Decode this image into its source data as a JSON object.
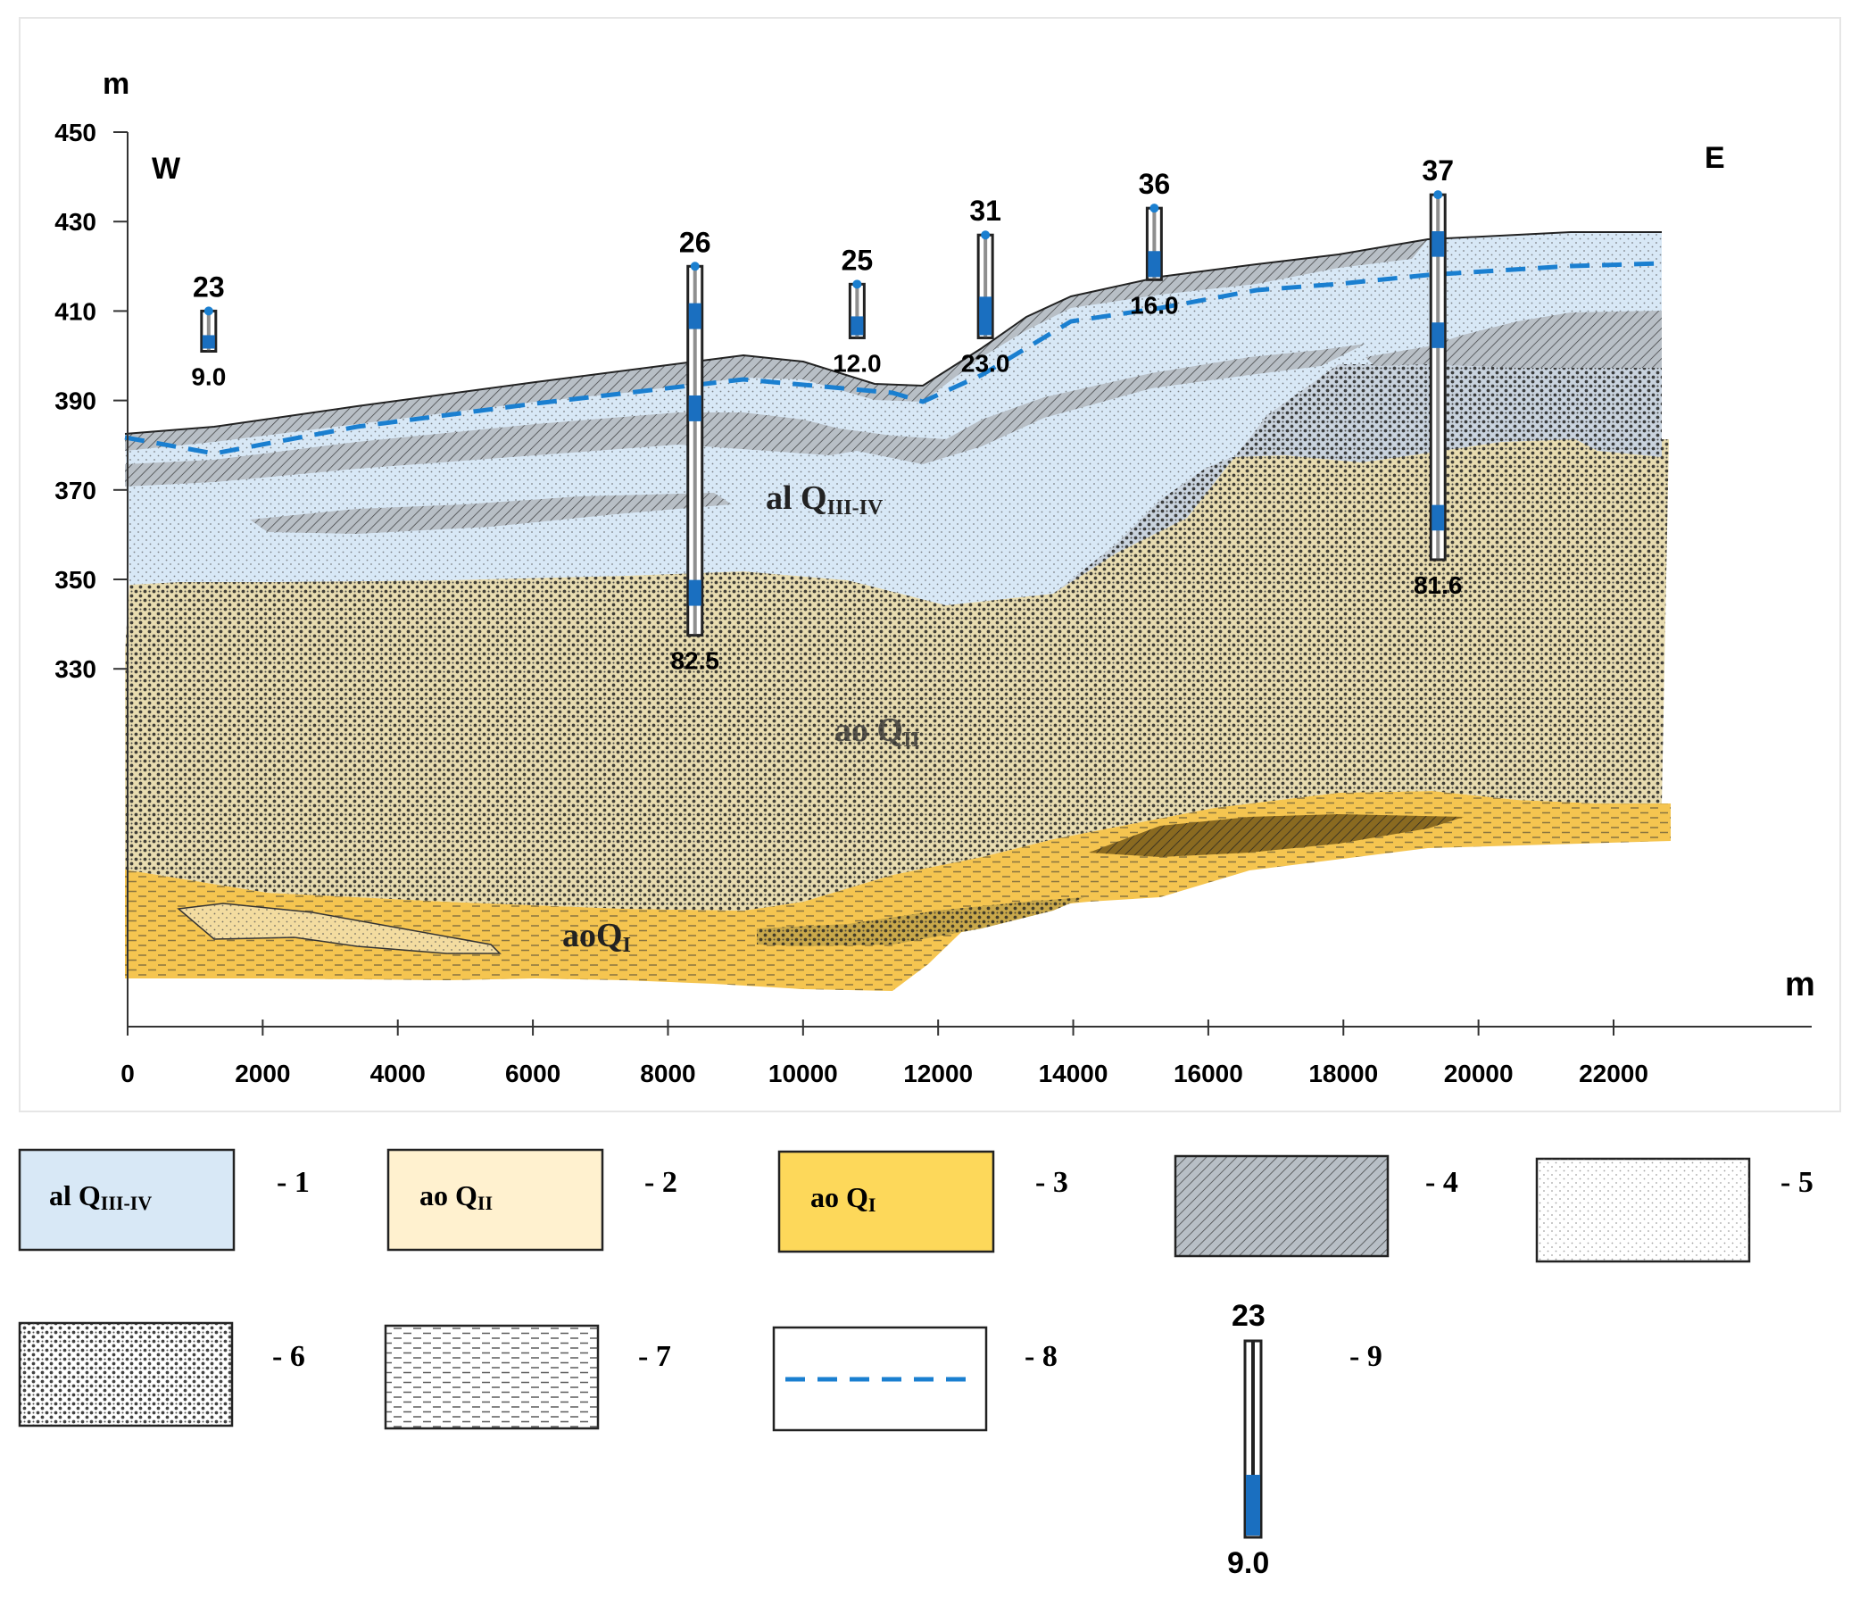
{
  "section": {
    "y_unit": "m",
    "x_unit": "m",
    "west_label": "W",
    "east_label": "E",
    "y_ticks": [
      "450",
      "430",
      "410",
      "390",
      "370",
      "350",
      "330"
    ],
    "x_ticks": [
      "0",
      "2000",
      "4000",
      "6000",
      "8000",
      "10000",
      "12000",
      "14000",
      "16000",
      "18000",
      "20000",
      "22000"
    ],
    "unit_labels": {
      "al_q34_prefix": "al Q",
      "al_q34_sub": "III-IV",
      "ao_q2_prefix": "ao Q",
      "ao_q2_sub": "II",
      "ao_q1_prefix": "aoQ",
      "ao_q1_sub": "I"
    },
    "wells": [
      {
        "number": "23",
        "depth": "9.0",
        "x": 1200,
        "top": 410,
        "bottom": 401
      },
      {
        "number": "26",
        "depth": "82.5",
        "x": 8400,
        "top": 420,
        "bottom": 337.5
      },
      {
        "number": "25",
        "depth": "12.0",
        "x": 10800,
        "top": 416,
        "bottom": 404
      },
      {
        "number": "31",
        "depth": "23.0",
        "x": 12700,
        "top": 427,
        "bottom": 404
      },
      {
        "number": "36",
        "depth": "16.0",
        "x": 15200,
        "top": 433,
        "bottom": 417
      },
      {
        "number": "37",
        "depth": "81.6",
        "x": 19400,
        "top": 436,
        "bottom": 354.4
      }
    ]
  },
  "legend": {
    "items": [
      {
        "num": "- 1",
        "prefix": "al Q",
        "sub": "III-IV"
      },
      {
        "num": "- 2",
        "prefix": "ao Q",
        "sub": "II"
      },
      {
        "num": "- 3",
        "prefix": "ao Q",
        "sub": "I"
      },
      {
        "num": "- 4"
      },
      {
        "num": "- 5"
      },
      {
        "num": "- 6"
      },
      {
        "num": "- 7"
      },
      {
        "num": "- 8"
      },
      {
        "num": "- 9",
        "well_number": "23",
        "well_depth": "9.0"
      }
    ]
  },
  "colors": {
    "al_q34": "#d8e8f6",
    "ao_q2": "#e8dcb0",
    "ao_q1": "#f5c550",
    "clay_hatch": "#9aa0a6",
    "water_table": "#1a7fd0",
    "screen": "#1a6fc0"
  }
}
